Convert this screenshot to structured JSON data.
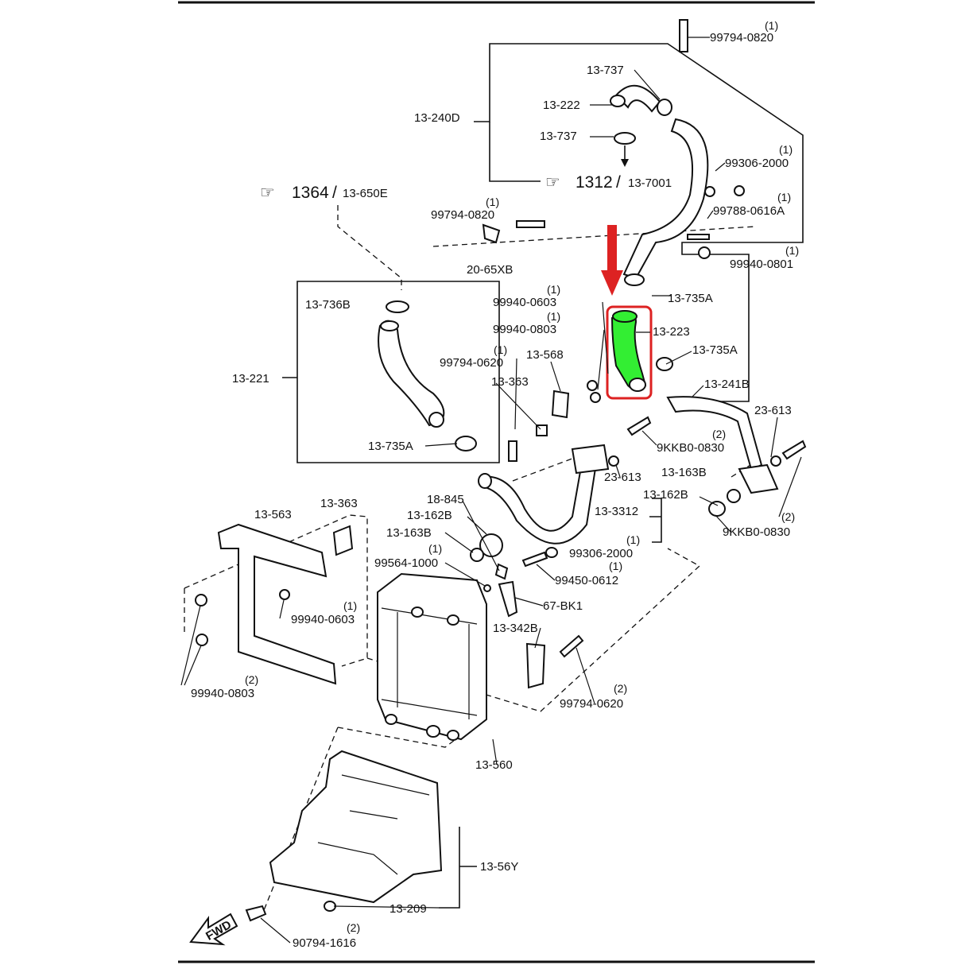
{
  "diagram": {
    "title": "Intercooler and charge air hose assembly parts diagram",
    "highlight_color": "#33ee33",
    "marker_color": "#dd2222",
    "fwd_label": "FWD",
    "refs": {
      "r1364": {
        "page": "1364",
        "part": "13-650E"
      },
      "r1312": {
        "page": "1312",
        "part": "13-7001"
      }
    },
    "labels": [
      "99794-0820",
      "(1)",
      "13-737",
      "13-222",
      "13-240D",
      "13-737",
      "99306-2000",
      "(1)",
      "99788-0616A",
      "(1)",
      "99794-0820",
      "(1)",
      "20-65XB",
      "99940-0801",
      "(1)",
      "13-736B",
      "99940-0603",
      "(1)",
      "13-735A",
      "99940-0803",
      "(1)",
      "13-223",
      "13-735A",
      "13-568",
      "99794-0620",
      "(1)",
      "13-221",
      "13-363",
      "13-241B",
      "23-613",
      "9KKB0-0830",
      "(2)",
      "13-735A",
      "23-613",
      "13-163B",
      "13-162B",
      "9KKB0-0830",
      "(2)",
      "18-845",
      "13-563",
      "13-363",
      "13-162B",
      "13-3312",
      "13-163B",
      "99306-2000",
      "(1)",
      "99564-1000",
      "(1)",
      "99450-0612",
      "(1)",
      "99940-0603",
      "(1)",
      "67-BK1",
      "13-342B",
      "99940-0803",
      "(2)",
      "99794-0620",
      "(2)",
      "13-560",
      "13-56Y",
      "13-209",
      "90794-1616",
      "(2)"
    ]
  }
}
